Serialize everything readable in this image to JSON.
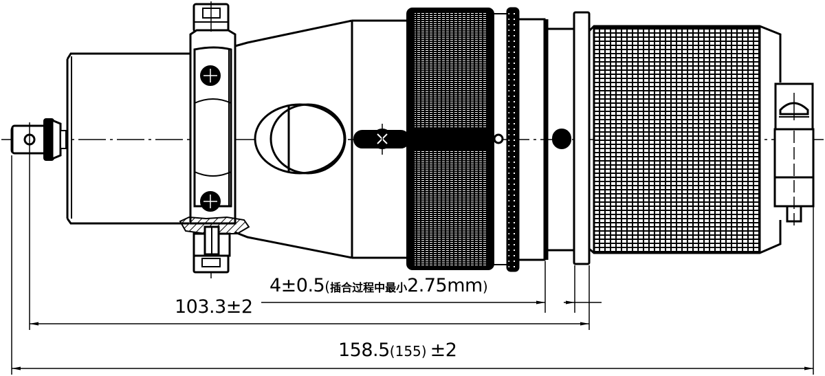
{
  "drawing": {
    "type": "connector outline drawing (side view)",
    "colors": {
      "line": "#000000",
      "background": "#ffffff"
    }
  },
  "dimensions": {
    "mating": {
      "value": "4±0.5",
      "paren_open": "(",
      "note_cn": "插合过程中最小",
      "note_value": "2.75mm",
      "paren_close": ")"
    },
    "length_a": {
      "value": "103.3±2"
    },
    "total_length": {
      "value": "158.5",
      "alt": "(155)",
      "tolerance": "±2"
    }
  }
}
